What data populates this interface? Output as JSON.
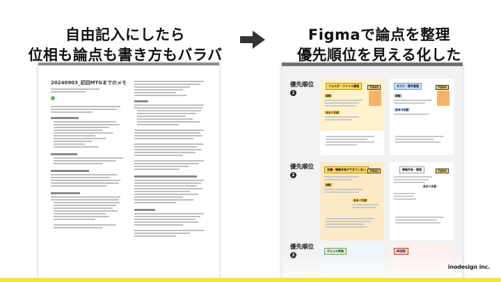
{
  "headline_left": [
    "自由記入にしたら",
    "位相も論点も書き方もバラバラ"
  ],
  "headline_right": [
    "Figmaで論点を整理",
    "優先順位を見える化した"
  ],
  "doc": {
    "title": "20240903_初回MTGまでのメモ"
  },
  "board": {
    "priorities": [
      {
        "label": "優先順位",
        "num": "1"
      },
      {
        "label": "優先順位",
        "num": "2"
      },
      {
        "label": "優先順位",
        "num": "3"
      }
    ],
    "stickies": {
      "folder": "フォルダ・ファイル管理",
      "task": "タスク・案件管理",
      "issue": "会議・情報共有ができていない",
      "info": "情報共有・整理",
      "knowledge": "ナレッジ共有",
      "ai": "AI活用",
      "todo": "TODO",
      "detail": "詳細",
      "ideal": "あるべき姿"
    }
  },
  "logo": "inodesign inc."
}
